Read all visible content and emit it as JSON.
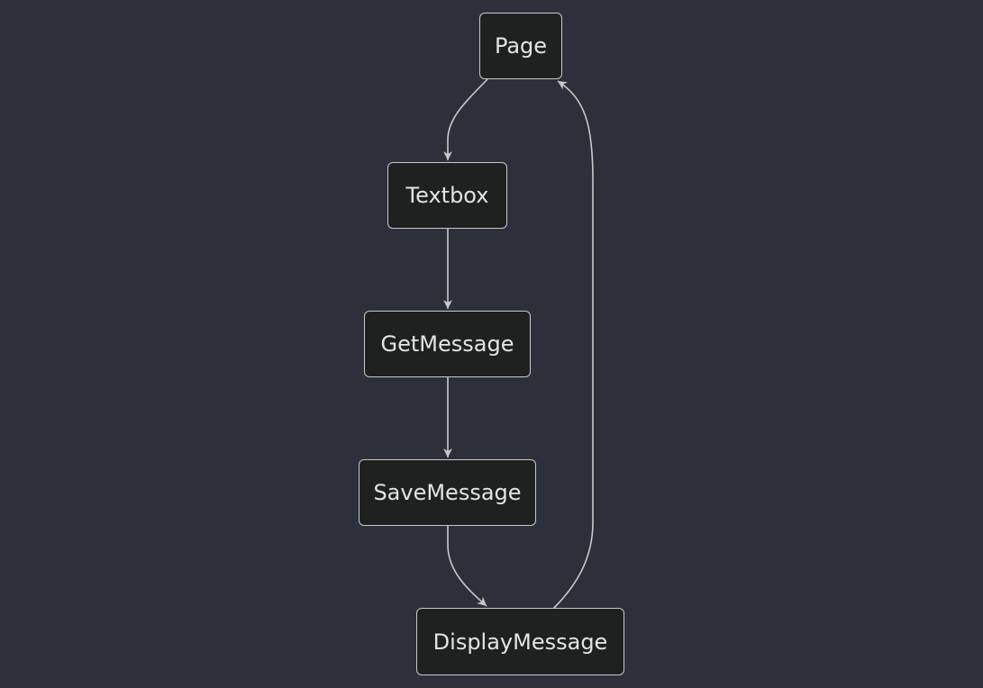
{
  "diagram": {
    "nodes": [
      {
        "id": "page",
        "label": "Page"
      },
      {
        "id": "textbox",
        "label": "Textbox"
      },
      {
        "id": "getmessage",
        "label": "GetMessage"
      },
      {
        "id": "savemessage",
        "label": "SaveMessage"
      },
      {
        "id": "displaymessage",
        "label": "DisplayMessage"
      }
    ],
    "edges": [
      {
        "from": "page",
        "to": "textbox"
      },
      {
        "from": "textbox",
        "to": "getmessage"
      },
      {
        "from": "getmessage",
        "to": "savemessage"
      },
      {
        "from": "savemessage",
        "to": "displaymessage"
      },
      {
        "from": "displaymessage",
        "to": "page"
      }
    ],
    "colors": {
      "background": "#2b303b",
      "node_fill": "#1f2020",
      "node_border": "#c9c9c9",
      "text": "#e4e4e4",
      "edge": "#c9c9c9"
    }
  }
}
